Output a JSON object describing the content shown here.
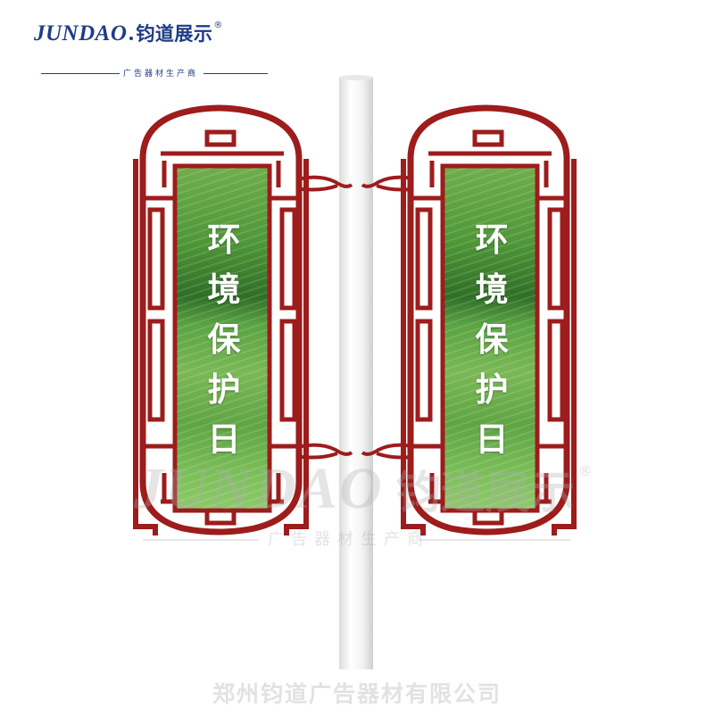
{
  "logo": {
    "english": "JUNDAO",
    "chinese": "钧道展示",
    "registered": "®",
    "tagline": "广告器材生产商"
  },
  "banner": {
    "left_chars": [
      "环",
      "境",
      "保",
      "护",
      "日"
    ],
    "right_chars": [
      "环",
      "境",
      "保",
      "护",
      "日"
    ]
  },
  "watermark": {
    "english": "JUNDAO",
    "chinese": "钧道展示",
    "registered": "®",
    "tagline": "广告器材生产商"
  },
  "footer": {
    "company": "郑州钧道广告器材有限公司"
  },
  "colors": {
    "frame": "#9d1c1c",
    "pole": "#f4f4f4",
    "grass_light": "#7ab855",
    "grass_dark": "#2f6e26",
    "brand": "#1f3c86"
  }
}
